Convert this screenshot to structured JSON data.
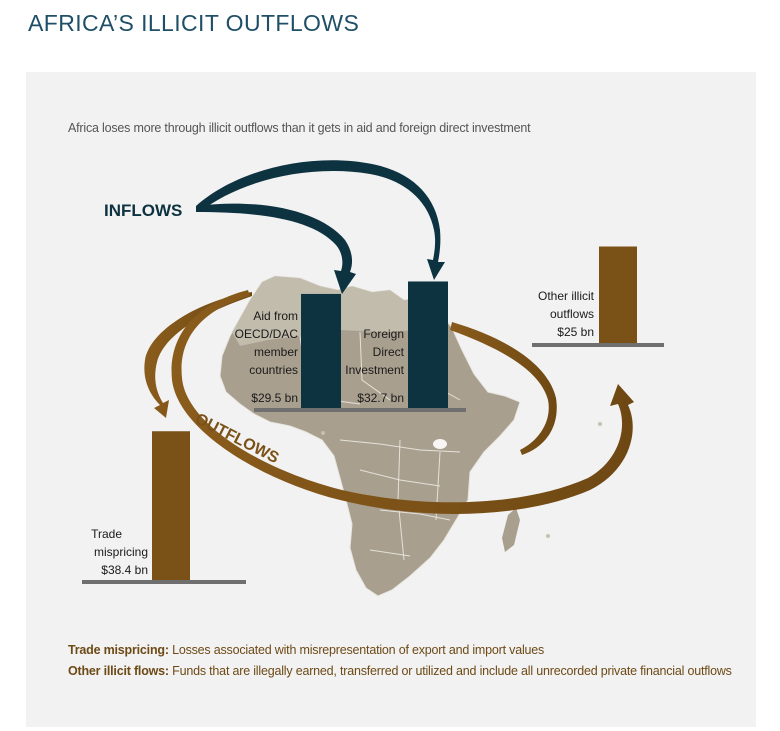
{
  "header": {
    "title": "AFRICA’S ILLICIT OUTFLOWS",
    "subtitle": "Africa loses more through illicit outflows than it gets in aid and foreign direct investment"
  },
  "colors": {
    "inflow": "#0e3340",
    "outflow": "#7a5117",
    "baseline": "#6f6f6f",
    "map": "#a89f8f",
    "map_light": "#c7c1b3",
    "panel": "#f2f2f2"
  },
  "chart_data": {
    "type": "bar",
    "groups": [
      {
        "name": "INFLOWS",
        "bars": [
          {
            "label_lines": [
              "Aid from",
              "OECD/DAC",
              "member",
              "countries"
            ],
            "value": 29.5,
            "value_label": "$29.5 bn"
          },
          {
            "label_lines": [
              "Foreign",
              "Direct",
              "Investment"
            ],
            "value": 32.7,
            "value_label": "$32.7 bn"
          }
        ]
      },
      {
        "name": "OUTFLOWS",
        "bars": [
          {
            "label_lines": [
              "Trade",
              "mispricing"
            ],
            "value": 38.4,
            "value_label": "$38.4 bn"
          },
          {
            "label_lines": [
              "Other illicit",
              "outflows"
            ],
            "value": 25,
            "value_label": "$25 bn"
          }
        ]
      }
    ],
    "unit": "bn"
  },
  "footnotes": [
    {
      "term": "Trade mispricing:",
      "text": " Losses associated with misrepresentation of export and import values"
    },
    {
      "term": "Other illicit flows:",
      "text": " Funds that are illegally earned, transferred or utilized and include all unrecorded private financial outflows"
    }
  ]
}
